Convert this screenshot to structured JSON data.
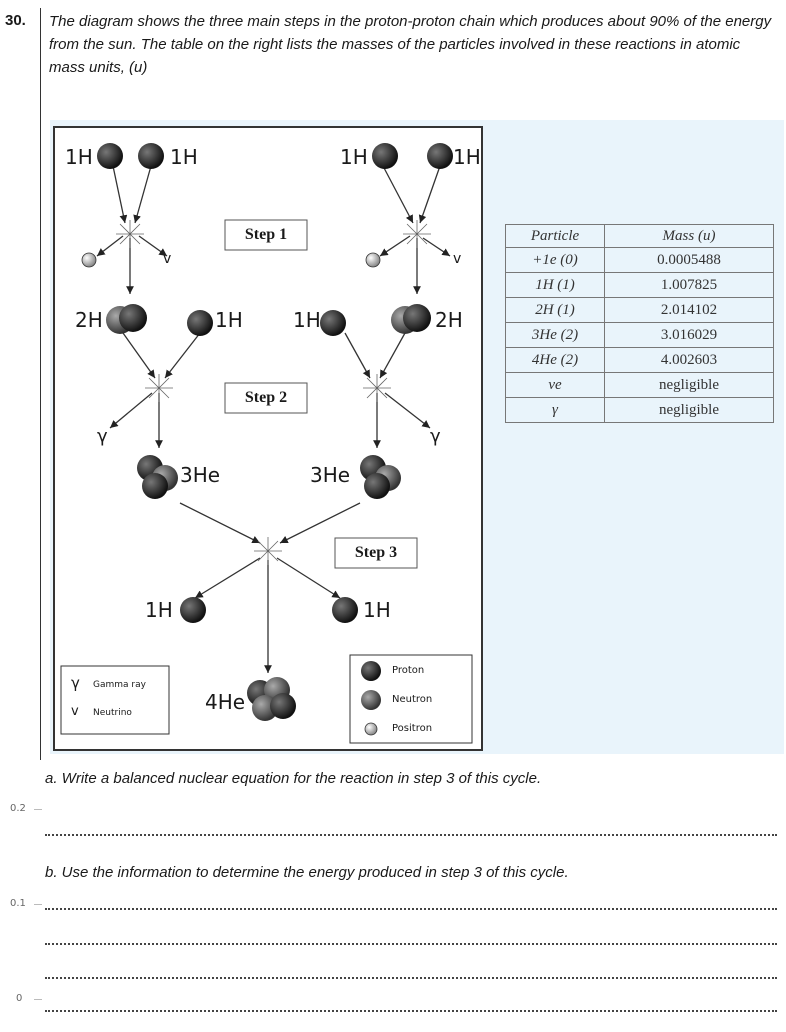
{
  "question": {
    "number": "30.",
    "text": "The diagram shows the three main steps in the proton-proton chain which produces about 90% of the energy from the sun. The table on the right lists the masses of the particles involved in these reactions in atomic mass units, (u)"
  },
  "diagram": {
    "step1": "Step 1",
    "step2": "Step 2",
    "step3": "Step 3",
    "labels": {
      "h1": "1H",
      "h2": "2H",
      "he3": "3He",
      "he4": "4He",
      "gamma": "γ",
      "nu": "v"
    },
    "legend_left": {
      "gamma_text": "Gamma ray",
      "nu_text": "Neutrino"
    },
    "legend_right": {
      "proton": "Proton",
      "neutron": "Neutron",
      "positron": "Positron"
    }
  },
  "table": {
    "headers": [
      "Particle",
      "Mass (u)"
    ],
    "rows": [
      {
        "particle": "+1e (0)",
        "mass": "0.0005488"
      },
      {
        "particle": "1H (1)",
        "mass": "1.007825"
      },
      {
        "particle": "2H (1)",
        "mass": "2.014102"
      },
      {
        "particle": "3He (2)",
        "mass": "3.016029"
      },
      {
        "particle": "4He (2)",
        "mass": "4.002603"
      },
      {
        "particle": "νe",
        "mass": "negligible"
      },
      {
        "particle": "γ",
        "mass": "negligible"
      }
    ]
  },
  "parts": {
    "a": "a. Write a balanced nuclear equation for the reaction in step 3 of this cycle.",
    "b": "b. Use the information to determine the energy produced in step 3 of this cycle."
  },
  "marks": [
    "0.2",
    "0.1",
    "0"
  ]
}
